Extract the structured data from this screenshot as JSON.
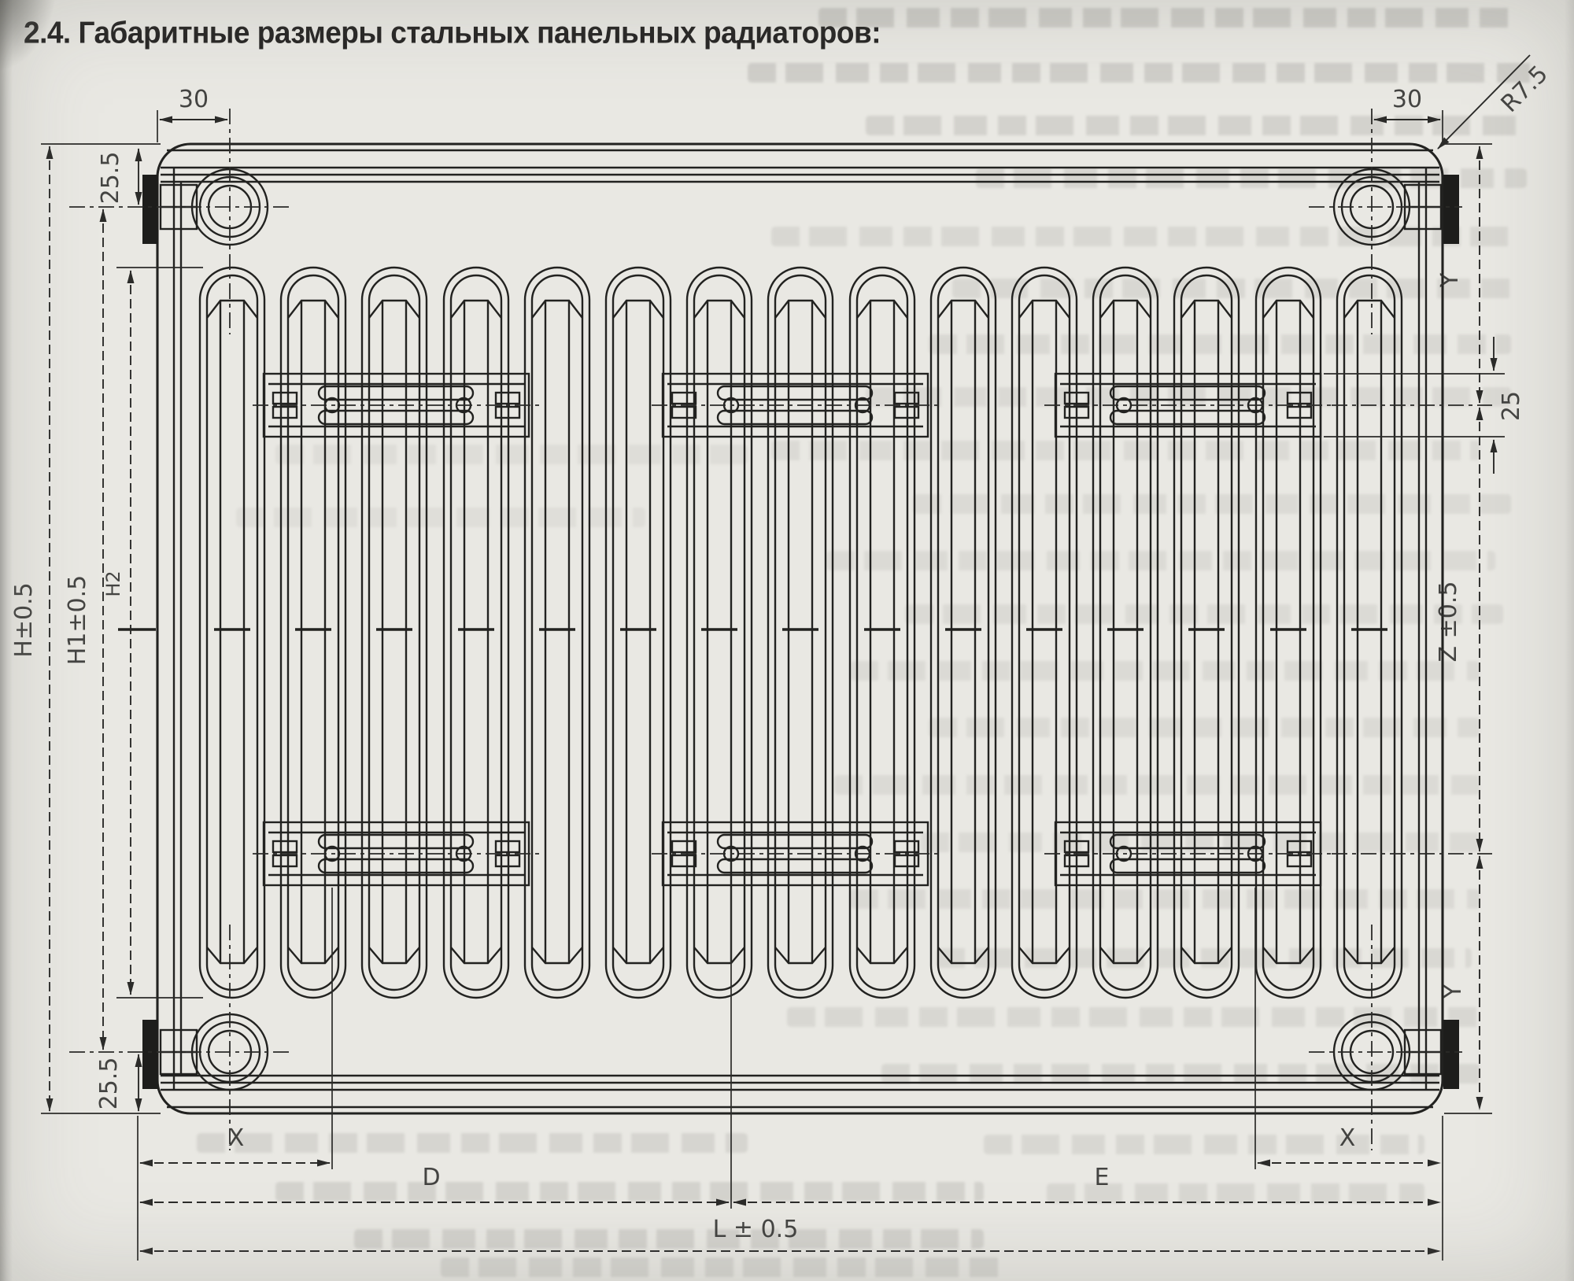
{
  "page": {
    "title": "2.4. Габаритные размеры стальных панельных радиаторов:"
  },
  "drawing": {
    "type": "engineering-dimension-drawing",
    "subject": "steel panel radiator, front view",
    "labels": {
      "dim_30_left": "30",
      "dim_30_right": "30",
      "dim_corner_radius": "R7.5",
      "dim_25_5_top": "25.5",
      "dim_25_5_bottom": "25.5",
      "dim_h": "H±0.5",
      "dim_h1": "H1±0.5",
      "dim_h2": "H2",
      "dim_y_top": "Y",
      "dim_z": "Z ±0.5",
      "dim_y_bottom": "Y",
      "dim_25": "25",
      "dim_x_left": "X",
      "dim_x_right": "X",
      "dim_d": "D",
      "dim_e": "E",
      "dim_l": "L ± 0.5"
    }
  }
}
